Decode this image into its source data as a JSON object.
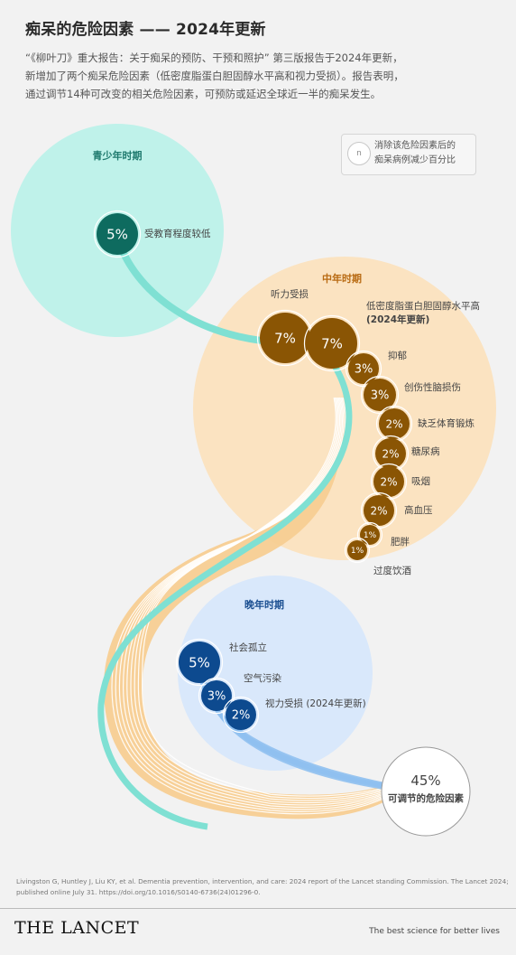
{
  "title": "痴呆的危险因素 —— 2024年更新",
  "subtitle": [
    "“《柳叶刀》重大报告：关于痴呆的预防、干预和照护” 第三版报告于2024年更新，",
    "新增加了两个痴呆危险因素（低密度脂蛋白胆固醇水平高和视力受损）。报告表明，",
    "通过调节14种可改变的相关危险因素，可预防或延迟全球近一半的痴呆发生。"
  ],
  "legend": {
    "symbol": "n",
    "lines": [
      "消除该危险因素后的",
      "痴呆病例减少百分比"
    ]
  },
  "stages": [
    {
      "key": "youth",
      "label": "青少年时期",
      "color": "#bff2ea",
      "label_color": "#1f7a6e"
    },
    {
      "key": "midlife",
      "label": "中年时期",
      "color": "#fbe3c1",
      "label_color": "#b86a12"
    },
    {
      "key": "late",
      "label": "晚年时期",
      "color": "#d9e8fb",
      "label_color": "#1b4f91"
    }
  ],
  "factors": [
    {
      "stage": "youth",
      "pct": "5%",
      "label": "受教育程度较低",
      "color": "#0e6b5f"
    },
    {
      "stage": "midlife",
      "pct": "7%",
      "label": "听力受损",
      "color": "#8a5504"
    },
    {
      "stage": "midlife",
      "pct": "7%",
      "label": "低密度脂蛋白胆固醇水平高",
      "label2": "(2024年更新)",
      "color": "#8a5504"
    },
    {
      "stage": "midlife",
      "pct": "3%",
      "label": "抑郁",
      "color": "#8a5504"
    },
    {
      "stage": "midlife",
      "pct": "3%",
      "label": "创伤性脑损伤",
      "color": "#8a5504"
    },
    {
      "stage": "midlife",
      "pct": "2%",
      "label": "缺乏体育锻炼",
      "color": "#8a5504"
    },
    {
      "stage": "midlife",
      "pct": "2%",
      "label": "糖尿病",
      "color": "#8a5504"
    },
    {
      "stage": "midlife",
      "pct": "2%",
      "label": "吸烟",
      "color": "#8a5504"
    },
    {
      "stage": "midlife",
      "pct": "2%",
      "label": "高血压",
      "color": "#8a5504"
    },
    {
      "stage": "midlife",
      "pct": "1%",
      "label": "肥胖",
      "color": "#8a5504"
    },
    {
      "stage": "midlife",
      "pct": "1%",
      "label": "过度饮酒",
      "color": "#8a5504"
    },
    {
      "stage": "late",
      "pct": "5%",
      "label": "社会孤立",
      "color": "#0d4a8f"
    },
    {
      "stage": "late",
      "pct": "3%",
      "label": "空气污染",
      "color": "#0d4a8f"
    },
    {
      "stage": "late",
      "pct": "2%",
      "label": "视力受损 (2024年更新)",
      "color": "#0d4a8f"
    }
  ],
  "total": {
    "pct": "45%",
    "label": "可调节的危险因素"
  },
  "colors": {
    "teal_stream": "#7fe0d3",
    "orange_stream": "#f7cd92",
    "blue_stream": "#8fc0f0"
  },
  "citation": [
    "Livingston G, Huntley J, Liu KY, et al.  Dementia prevention, intervention, and care: 2024 report of the Lancet standing Commission. The Lancet 2024;",
    "published online July 31. https://doi.org/10.1016/S0140-6736(24)01296-0."
  ],
  "brand": "THE LANCET",
  "tagline": "The best science for better lives"
}
